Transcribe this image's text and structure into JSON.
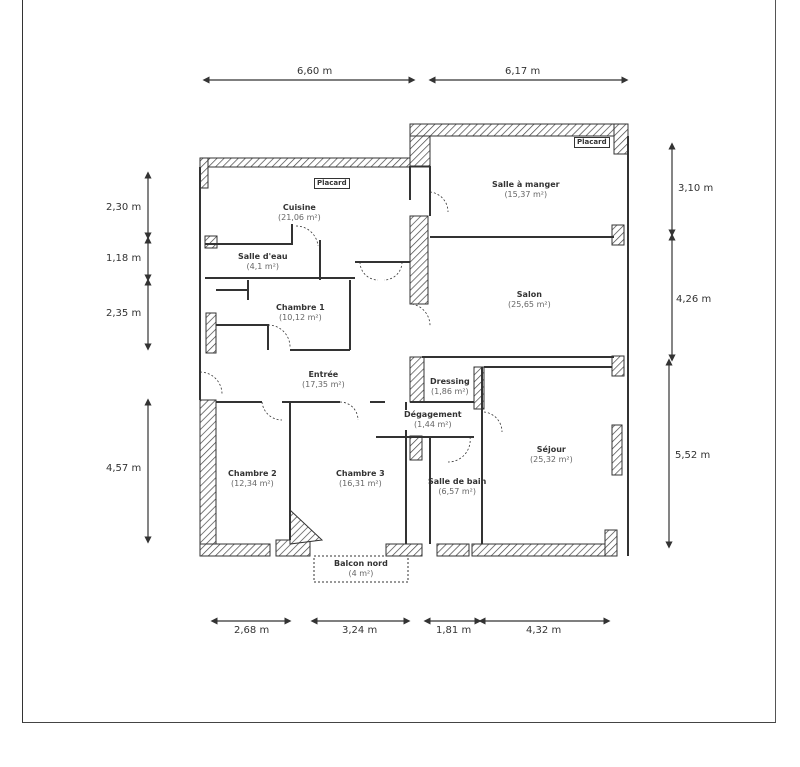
{
  "plan": {
    "dimensions_top": [
      {
        "label": "6,60 m"
      },
      {
        "label": "6,17 m"
      }
    ],
    "dimensions_left": [
      {
        "label": "2,30 m"
      },
      {
        "label": "1,18 m"
      },
      {
        "label": "2,35 m"
      },
      {
        "label": "4,57 m"
      }
    ],
    "dimensions_right": [
      {
        "label": "3,10 m"
      },
      {
        "label": "4,26 m"
      },
      {
        "label": "5,52 m"
      }
    ],
    "dimensions_bottom": [
      {
        "label": "2,68 m"
      },
      {
        "label": "3,24 m"
      },
      {
        "label": "1,81 m"
      },
      {
        "label": "4,32 m"
      }
    ],
    "rooms": [
      {
        "name": "Cuisine",
        "area": "(21,06 m²)"
      },
      {
        "name": "Salle d'eau",
        "area": "(4,1 m²)"
      },
      {
        "name": "Chambre 1",
        "area": "(10,12 m²)"
      },
      {
        "name": "Entrée",
        "area": "(17,35 m²)"
      },
      {
        "name": "Salle à manger",
        "area": "(15,37 m²)"
      },
      {
        "name": "Salon",
        "area": "(25,65 m²)"
      },
      {
        "name": "Dressing",
        "area": "(1,86 m²)"
      },
      {
        "name": "Dégagement",
        "area": "(1,44 m²)"
      },
      {
        "name": "Séjour",
        "area": "(25,32 m²)"
      },
      {
        "name": "Chambre 2",
        "area": "(12,34 m²)"
      },
      {
        "name": "Chambre 3",
        "area": "(16,31 m²)"
      },
      {
        "name": "Salle de bain",
        "area": "(6,57 m²)"
      },
      {
        "name": "Balcon nord",
        "area": "(4 m²)"
      }
    ],
    "closets": [
      {
        "label": "Placard"
      },
      {
        "label": "Placard"
      }
    ]
  }
}
